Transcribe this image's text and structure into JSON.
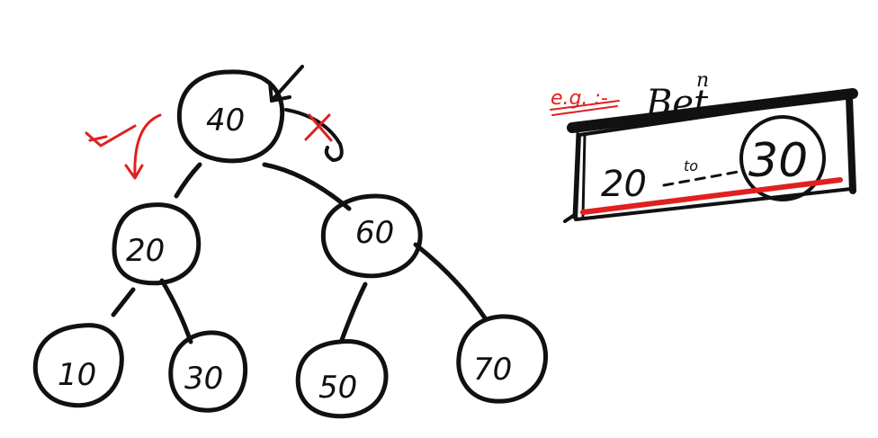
{
  "tree": {
    "nodes": [
      {
        "id": "n40",
        "label": "40"
      },
      {
        "id": "n20",
        "label": "20"
      },
      {
        "id": "n60",
        "label": "60"
      },
      {
        "id": "n10",
        "label": "10"
      },
      {
        "id": "n30",
        "label": "30"
      },
      {
        "id": "n50",
        "label": "50"
      },
      {
        "id": "n70",
        "label": "70"
      }
    ],
    "edges": [
      [
        "n40",
        "n20"
      ],
      [
        "n40",
        "n60"
      ],
      [
        "n20",
        "n10"
      ],
      [
        "n20",
        "n30"
      ],
      [
        "n60",
        "n50"
      ],
      [
        "n60",
        "n70"
      ]
    ]
  },
  "example": {
    "eg_label": "e.g. :-",
    "bet_label": "Bet",
    "bet_superscript": "n",
    "range_start": "20",
    "range_connector": "to",
    "range_end": "30"
  },
  "colors": {
    "ink": "#111111",
    "annotation": "#e02020"
  }
}
